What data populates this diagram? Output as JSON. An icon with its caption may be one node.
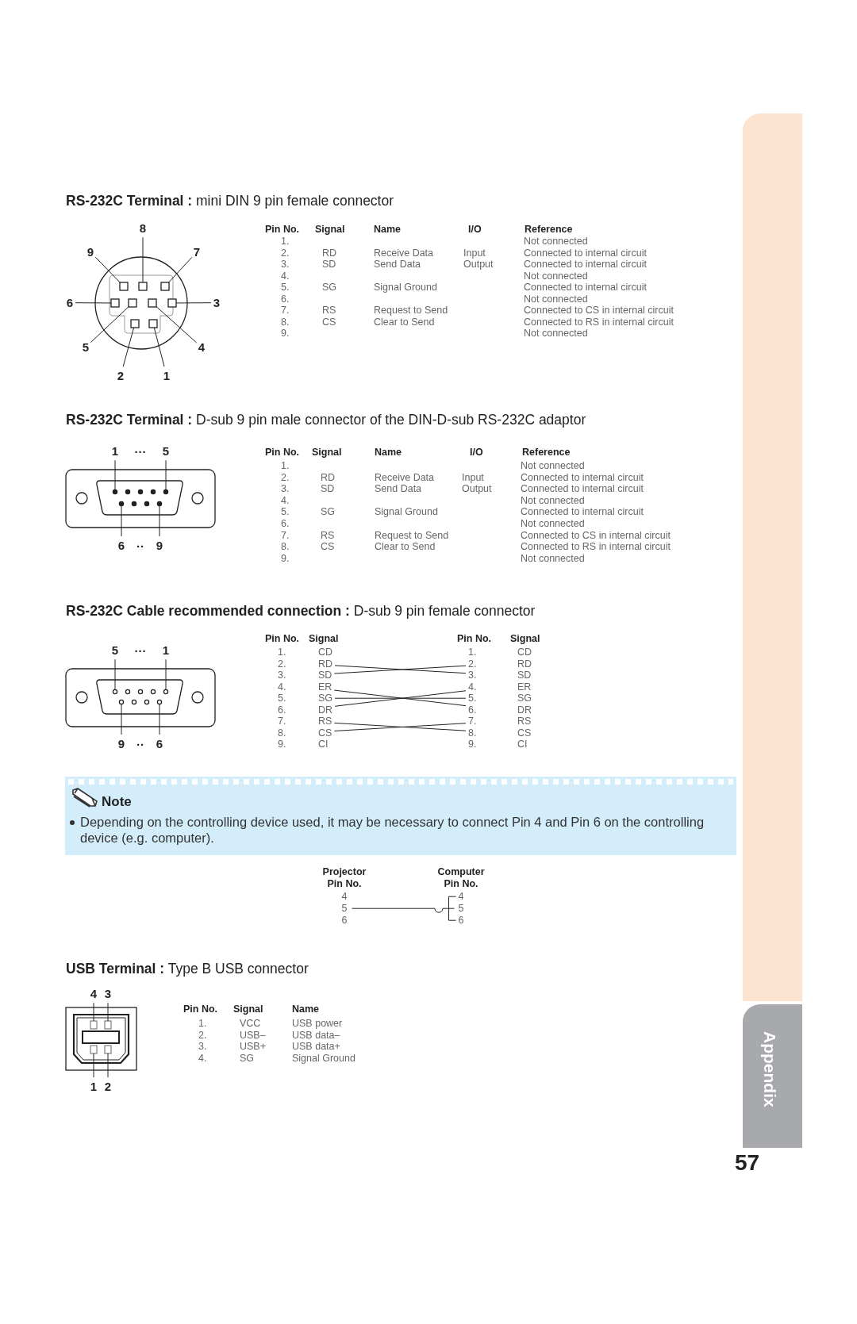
{
  "diagram": {
    "nodes": [
      {
        "text": [
          "8"
        ]
      },
      {
        "text": [
          "9"
        ]
      },
      {
        "text": [
          "7"
        ]
      },
      {
        "text": [
          "6"
        ]
      },
      {
        "text": [
          "3"
        ]
      },
      {
        "text": [
          "5"
        ]
      },
      {
        "text": [
          "4"
        ]
      },
      {
        "text": [
          "2"
        ]
      },
      {
        "text": [
          "1"
        ]
      },
      {
        "text": [
          "1"
        ]
      },
      {
        "text": [
          "5"
        ]
      },
      {
        "text": [
          "6"
        ]
      },
      {
        "text": [
          "9"
        ]
      },
      {
        "text": [
          "5"
        ]
      },
      {
        "text": [
          "1"
        ]
      },
      {
        "text": [
          "9"
        ]
      },
      {
        "text": [
          "6"
        ]
      },
      {
        "text": [
          "1.",
          "CD"
        ]
      },
      {
        "text": [
          "1.",
          "CD"
        ]
      },
      {
        "text": [
          "2.",
          "RD"
        ]
      },
      {
        "text": [
          "2.",
          "RD"
        ]
      },
      {
        "text": [
          "3.",
          "SD"
        ]
      },
      {
        "text": [
          "3.",
          "SD"
        ]
      },
      {
        "text": [
          "4.",
          "ER"
        ]
      },
      {
        "text": [
          "4.",
          "ER"
        ]
      },
      {
        "text": [
          "5.",
          "SG"
        ]
      },
      {
        "text": [
          "5.",
          "SG"
        ]
      },
      {
        "text": [
          "6.",
          "DR"
        ]
      },
      {
        "text": [
          "6.",
          "DR"
        ]
      },
      {
        "text": [
          "7.",
          "RS"
        ]
      },
      {
        "text": [
          "7.",
          "RS"
        ]
      },
      {
        "text": [
          "8.",
          "CS"
        ]
      },
      {
        "text": [
          "8.",
          "CS"
        ]
      },
      {
        "text": [
          "9.",
          "CI"
        ]
      },
      {
        "text": [
          "9.",
          "CI"
        ]
      },
      {
        "text": [
          "Note",
          "Depending on the controlling device used, it may be necessary to connect Pin 4 and Pin 6 on the controlling device (e.g. computer)."
        ]
      },
      {
        "text": [
          "4"
        ]
      },
      {
        "text": [
          "5"
        ]
      },
      {
        "text": [
          "5"
        ]
      },
      {
        "text": [
          "6"
        ]
      },
      {
        "text": [
          "4"
        ]
      },
      {
        "text": [
          "3"
        ]
      },
      {
        "text": [
          "1"
        ]
      },
      {
        "text": [
          "2"
        ]
      },
      {
        "text": [],
        "shape": "box"
      },
      {
        "text": [],
        "shape": "box"
      },
      {
        "text": [],
        "shape": "box"
      },
      {
        "text": [],
        "shape": "box"
      },
      {
        "text": [],
        "shape": "box"
      },
      {
        "text": [],
        "shape": "box"
      },
      {
        "text": [],
        "shape": "box"
      },
      {
        "text": [],
        "shape": "box"
      },
      {
        "text": [],
        "shape": "box"
      },
      {
        "text": [],
        "shape": "circle"
      },
      {
        "text": [],
        "shape": "circle"
      },
      {
        "text": [],
        "shape": "circle"
      },
      {
        "text": [],
        "shape": "circle"
      },
      {
        "text": [],
        "shape": "circle"
      },
      {
        "text": [],
        "shape": "circle"
      },
      {
        "text": [],
        "shape": "circle"
      },
      {
        "text": [],
        "shape": "circle"
      },
      {
        "text": [],
        "shape": "circle"
      },
      {
        "text": [],
        "shape": "circle"
      },
      {
        "text": [],
        "shape": "circle"
      },
      {
        "text": [],
        "shape": "circle"
      },
      {
        "text": [],
        "shape": "circle"
      },
      {
        "text": [],
        "shape": "circle"
      },
      {
        "text": [],
        "shape": "circle"
      },
      {
        "text": [],
        "shape": "circle"
      },
      {
        "text": [],
        "shape": "circle"
      },
      {
        "text": [],
        "shape": "circle"
      },
      {
        "text": [],
        "shape": "box"
      },
      {
        "text": [],
        "shape": "box"
      },
      {
        "text": [],
        "shape": "box"
      },
      {
        "text": [],
        "shape": "box"
      },
      {
        "text": [],
        "shape": "bar"
      },
      {
        "text": [
          "Appendix"
        ]
      }
    ],
    "edges": [
      {
        "from": 0,
        "to": 45,
        "arrow": "none"
      },
      {
        "from": 1,
        "to": 44,
        "arrow": "none"
      },
      {
        "from": 2,
        "to": 46,
        "arrow": "none"
      },
      {
        "from": 3,
        "to": 47,
        "arrow": "none"
      },
      {
        "from": 4,
        "to": 50,
        "arrow": "none"
      },
      {
        "from": 5,
        "to": 48,
        "arrow": "none"
      },
      {
        "from": 6,
        "to": 49,
        "arrow": "none"
      },
      {
        "from": 7,
        "to": 51,
        "arrow": "none"
      },
      {
        "from": 8,
        "to": 52,
        "arrow": "none"
      },
      {
        "from": 9,
        "to": 53,
        "arrow": "none"
      },
      {
        "from": 10,
        "to": 57,
        "arrow": "none"
      },
      {
        "from": 11,
        "to": 58,
        "arrow": "none"
      },
      {
        "from": 12,
        "to": 61,
        "arrow": "none"
      },
      {
        "from": 13,
        "to": 62,
        "arrow": "none"
      },
      {
        "from": 14,
        "to": 66,
        "arrow": "none"
      },
      {
        "from": 15,
        "to": 67,
        "arrow": "none"
      },
      {
        "from": 16,
        "to": 70,
        "arrow": "none"
      },
      {
        "from": 19,
        "to": 22,
        "arrow": "none"
      },
      {
        "from": 21,
        "to": 20,
        "arrow": "none"
      },
      {
        "from": 23,
        "to": 28,
        "arrow": "none"
      },
      {
        "from": 25,
        "to": 26,
        "arrow": "none"
      },
      {
        "from": 27,
        "to": 24,
        "arrow": "none"
      },
      {
        "from": 29,
        "to": 32,
        "arrow": "none"
      },
      {
        "from": 31,
        "to": 30,
        "arrow": "none"
      },
      {
        "from": 37,
        "to": 38,
        "arrow": "none"
      },
      {
        "from": 36,
        "to": 39,
        "arrow": "none"
      },
      {
        "from": 40,
        "to": 71,
        "arrow": "none"
      },
      {
        "from": 41,
        "to": 72,
        "arrow": "none"
      },
      {
        "from": 42,
        "to": 73,
        "arrow": "none"
      },
      {
        "from": 43,
        "to": 74,
        "arrow": "none"
      }
    ],
    "labels": [
      "**RS-232C Terminal :** mini DIN 9 pin female connector",
      "Pin No.",
      "Signal",
      "Name",
      "I/O",
      "Reference",
      "1.",
      "Not connected",
      "2.",
      "RD",
      "Receive Data",
      "Input",
      "Connected to internal circuit",
      "3.",
      "SD",
      "Send Data",
      "Output",
      "Connected to internal circuit",
      "4.",
      "Not connected",
      "5.",
      "SG",
      "Signal Ground",
      "Connected to internal circuit",
      "6.",
      "Not connected",
      "7.",
      "RS",
      "Request to Send",
      "Connected to CS in internal circuit",
      "8.",
      "CS",
      "Clear to Send",
      "Connected to RS in internal circuit",
      "9.",
      "Not connected",
      "**RS-232C Terminal :** D-sub 9 pin male connector of the DIN-D-sub RS-232C adaptor",
      "···",
      "··",
      "Pin No.",
      "Signal",
      "Name",
      "I/O",
      "Reference",
      "1.",
      "Not connected",
      "2.",
      "RD",
      "Receive Data",
      "Input",
      "Connected to internal circuit",
      "3.",
      "SD",
      "Send Data",
      "Output",
      "Connected to internal circuit",
      "4.",
      "Not connected",
      "5.",
      "SG",
      "Signal Ground",
      "Connected to internal circuit",
      "6.",
      "Not connected",
      "7.",
      "RS",
      "Request to Send",
      "Connected to CS in internal circuit",
      "8.",
      "CS",
      "Clear to Send",
      "Connected to RS in internal circuit",
      "9.",
      "Not connected",
      "**RS-232C Cable recommended connection :** D-sub 9 pin female connector",
      "···",
      "··",
      "Pin No.",
      "Signal",
      "Pin No.",
      "Signal",
      "Projector",
      "Computer",
      "Pin No.",
      "Pin No.",
      "4",
      "6",
      "**USB Terminal :** Type B USB connector",
      "Pin No.",
      "Signal",
      "Name",
      "1.",
      "VCC",
      "USB power",
      "2.",
      "USB–",
      "USB data–",
      "3.",
      "USB+",
      "USB data+",
      "4.",
      "SG",
      "Signal Ground",
      "57"
    ]
  }
}
